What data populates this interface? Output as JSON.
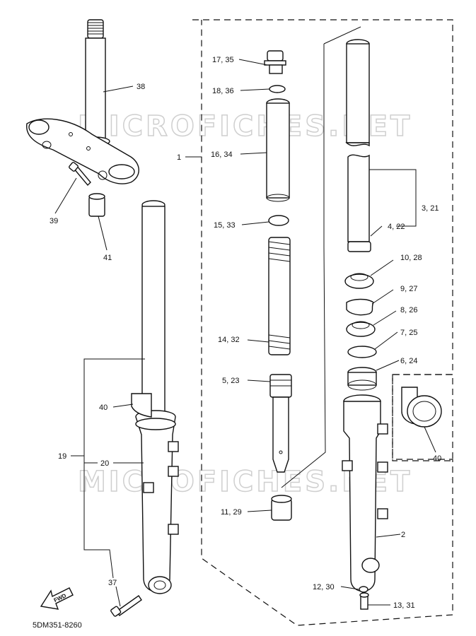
{
  "watermark": "MICROFICHES.NET",
  "diagram_code": "5DM351-8260",
  "fwd_label": "FWD",
  "labels": {
    "l1": "1",
    "l2": "2",
    "l3_21": "3, 21",
    "l4_22": "4, 22",
    "l5_23": "5, 23",
    "l6_24": "6, 24",
    "l7_25": "7, 25",
    "l8_26": "8, 26",
    "l9_27": "9, 27",
    "l10_28": "10, 28",
    "l11_29": "11, 29",
    "l12_30": "12, 30",
    "l13_31": "13, 31",
    "l14_32": "14, 32",
    "l15_33": "15, 33",
    "l16_34": "16, 34",
    "l17_35": "17, 35",
    "l18_36": "18, 36",
    "l19": "19",
    "l20": "20",
    "l37": "37",
    "l38": "38",
    "l39": "39",
    "l40a": "40",
    "l40b": "40",
    "l41": "41"
  }
}
